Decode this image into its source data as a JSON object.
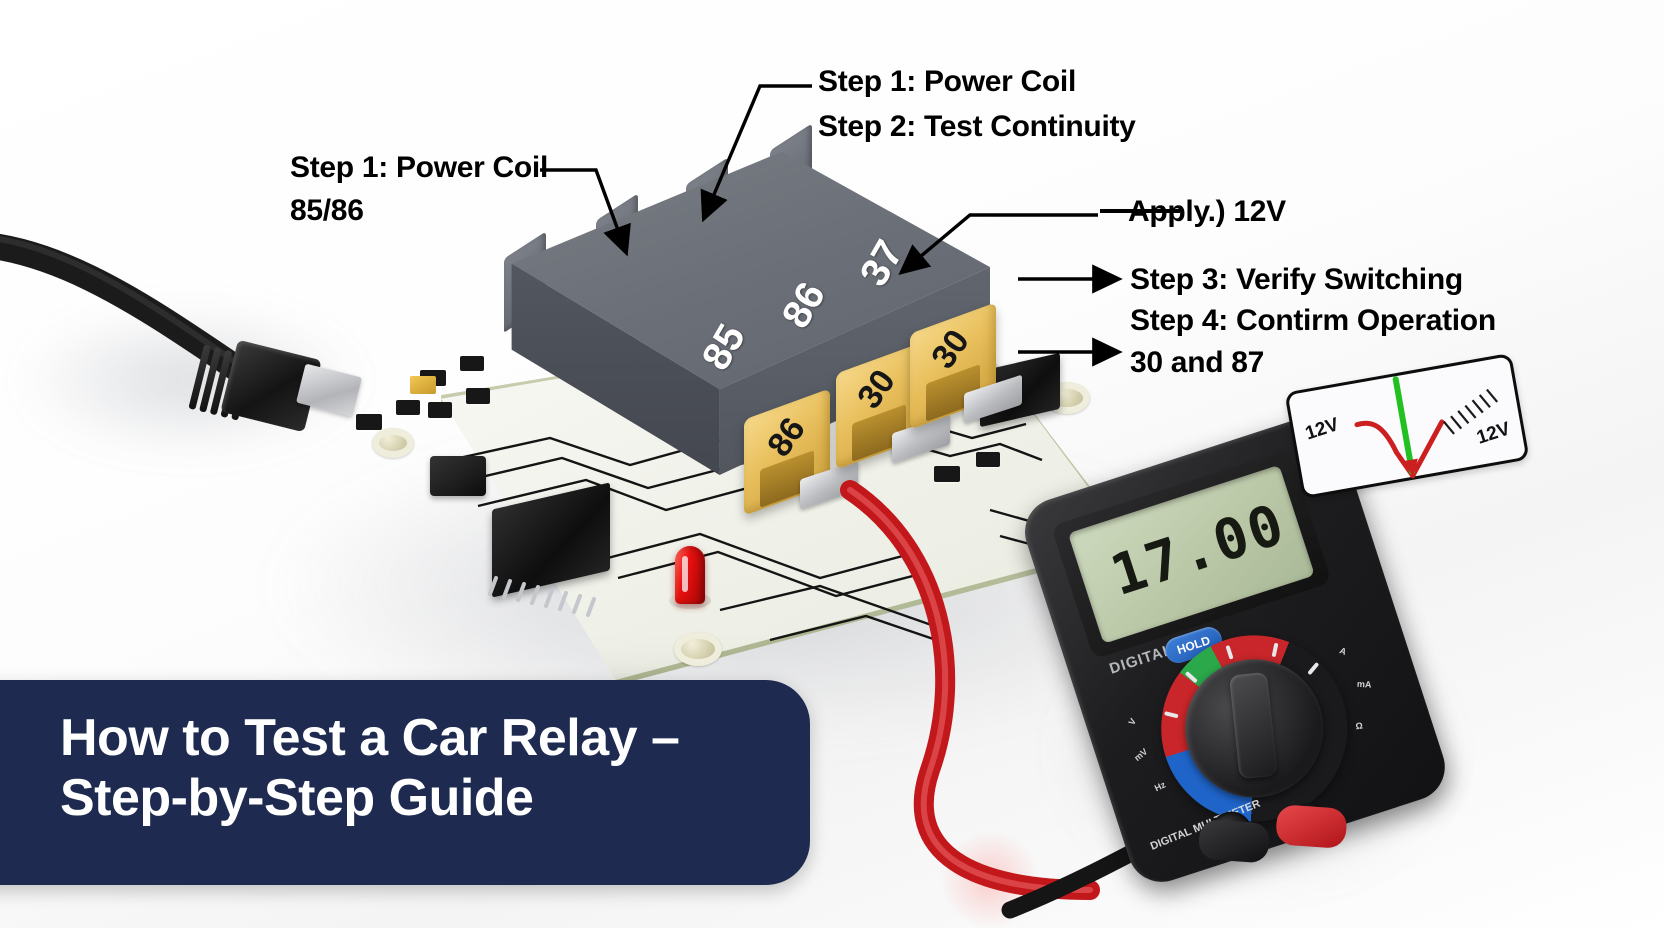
{
  "title_banner": {
    "line1": "How to Test a Car Relay –",
    "line2": "Step-by-Step Guide",
    "background_color": "#1e2a4f",
    "text_color": "#ffffff"
  },
  "annotations": {
    "top_center": {
      "line1": "Step 1: Power Coil",
      "line2": "Step 2: Test Continuity"
    },
    "left": {
      "line1": "Step 1: Power Coil",
      "line2": "85/86"
    },
    "right_apply": "Apply.) 12V",
    "right_block": {
      "line1": "Step 3: Verify Switching",
      "line2": "Step 4: Contirm Operation",
      "line3": "30 and 87"
    }
  },
  "relay": {
    "case_numbers": [
      "85",
      "86",
      "37"
    ],
    "terminal_numbers": [
      "86",
      "30",
      "30"
    ],
    "case_color": "#5d616a",
    "terminal_color": "#e8bf5c"
  },
  "multimeter": {
    "display_value": "17.00",
    "brand_text": "DIGITAL",
    "hold_button": "HOLD",
    "dial_labels": [
      "V",
      "mV",
      "A",
      "mA",
      "Ω",
      "Hz"
    ],
    "footer_text": "DIGITAL MULTIMETER",
    "probe_colors": {
      "positive": "#d8262b",
      "negative": "#141414"
    }
  },
  "waveform_inset": {
    "left_label": "12V",
    "right_label": "12V",
    "trace_colors": {
      "signal": "#cc1f1f",
      "marker": "#22c020"
    }
  },
  "board": {
    "led_color": "#e8110f",
    "pcb_color": "#eceee2",
    "cable": "usb-cable-black"
  }
}
